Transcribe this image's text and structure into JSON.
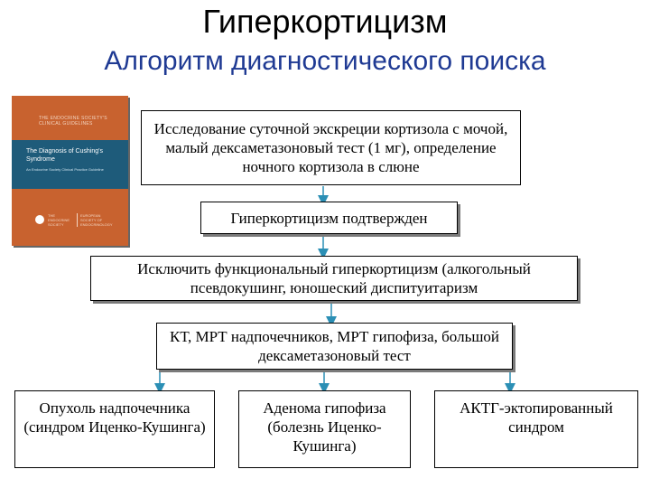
{
  "title": "Гиперкортицизм",
  "subtitle": "Алгоритм диагностического поиска",
  "cover": {
    "top_text": "THE ENDOCRINE SOCIETY'S CLINICAL GUIDELINES",
    "band_title": "The Diagnosis of Cushing's Syndrome",
    "band_sub": "An Endocrine Society Clinical Practice Guideline",
    "logo_text": "THE ENDOCRINE SOCIETY",
    "logo2_text": "EUROPEAN SOCIETY OF ENDOCRINOLOGY"
  },
  "steps": {
    "step1": "Исследование суточной экскреции кортизола с мочой, малый дексаметазоновый тест (1 мг), определение ночного кортизола в слюне",
    "step2": "Гиперкортицизм подтвержден",
    "step3": "Исключить функциональный гиперкортицизм (алкогольный псевдокушинг, юношеский диспитуитаризм",
    "step4": "КТ, МРТ надпочечников, МРТ гипофиза, большой дексаметазоновый тест"
  },
  "outcomes": {
    "adrenal": "Опухоль надпочечника (синдром Иценко-Кушинга)",
    "pituitary": "Аденома гипофиза (болезнь Иценко-Кушинга)",
    "ectopic": "АКТГ-эктопированный синдром"
  },
  "colors": {
    "arrow": "#2b8fb5",
    "shadow": "#7a7a7a",
    "cover": "#c8622f",
    "cover_band": "#1e5b7a"
  }
}
